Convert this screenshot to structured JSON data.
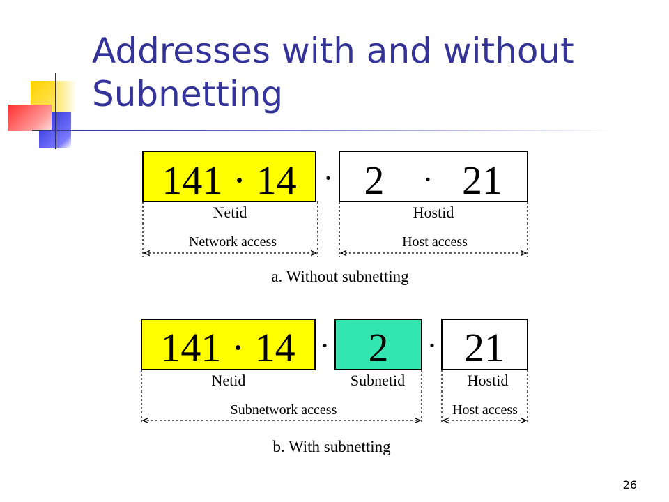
{
  "slide": {
    "title_lines": [
      "Addresses with and without",
      "Subnetting"
    ],
    "number": "26"
  },
  "colors": {
    "title": "#333399",
    "netid_fill": "#ffff00",
    "subnetid_fill": "#33e6b0",
    "hostid_fill": "#ffffff"
  },
  "diagram": {
    "part_a": {
      "caption": "a. Without subnetting",
      "netid_value": "141 · 14",
      "separator": "·",
      "hostid_value_left": "2",
      "hostid_value_dot": "·",
      "hostid_value_right": "21",
      "netid_label": "Netid",
      "hostid_label": "Hostid",
      "network_access": "Network access",
      "host_access": "Host access"
    },
    "part_b": {
      "caption": "b. With subnetting",
      "netid_value": "141 · 14",
      "separator1": "·",
      "subnetid_value": "2",
      "separator2": "·",
      "hostid_value": "21",
      "netid_label": "Netid",
      "subnetid_label": "Subnetid",
      "hostid_label": "Hostid",
      "subnetwork_access": "Subnetwork access",
      "host_access": "Host access"
    }
  }
}
